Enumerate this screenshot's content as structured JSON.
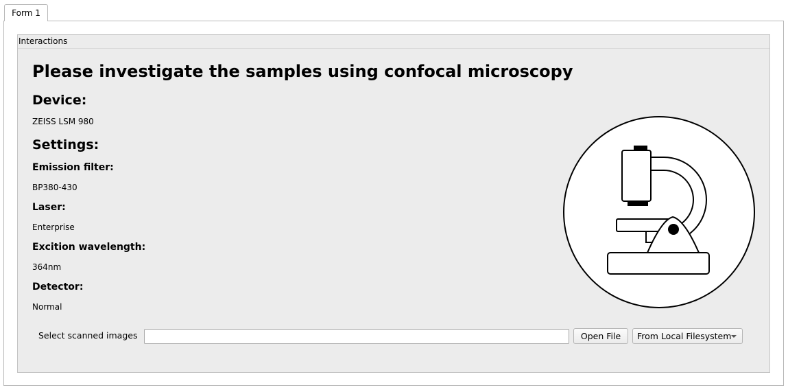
{
  "tabs": [
    {
      "label": "Form 1"
    }
  ],
  "group": {
    "title": "Interactions"
  },
  "content": {
    "heading": "Please investigate the samples using confocal microscopy",
    "device_heading": "Device:",
    "device_value": "ZEISS LSM 980",
    "settings_heading": "Settings:",
    "settings": [
      {
        "label": "Emission filter:",
        "value": "BP380-430"
      },
      {
        "label": "Laser:",
        "value": "Enterprise"
      },
      {
        "label": "Excition wavelength:",
        "value": "364nm"
      },
      {
        "label": "Detector:",
        "value": "Normal"
      }
    ]
  },
  "illustration": {
    "icon": "microscope-icon"
  },
  "file_row": {
    "label": "Select scanned images",
    "input_value": "",
    "open_button": "Open File",
    "source_selected": "From Local Filesystem"
  }
}
